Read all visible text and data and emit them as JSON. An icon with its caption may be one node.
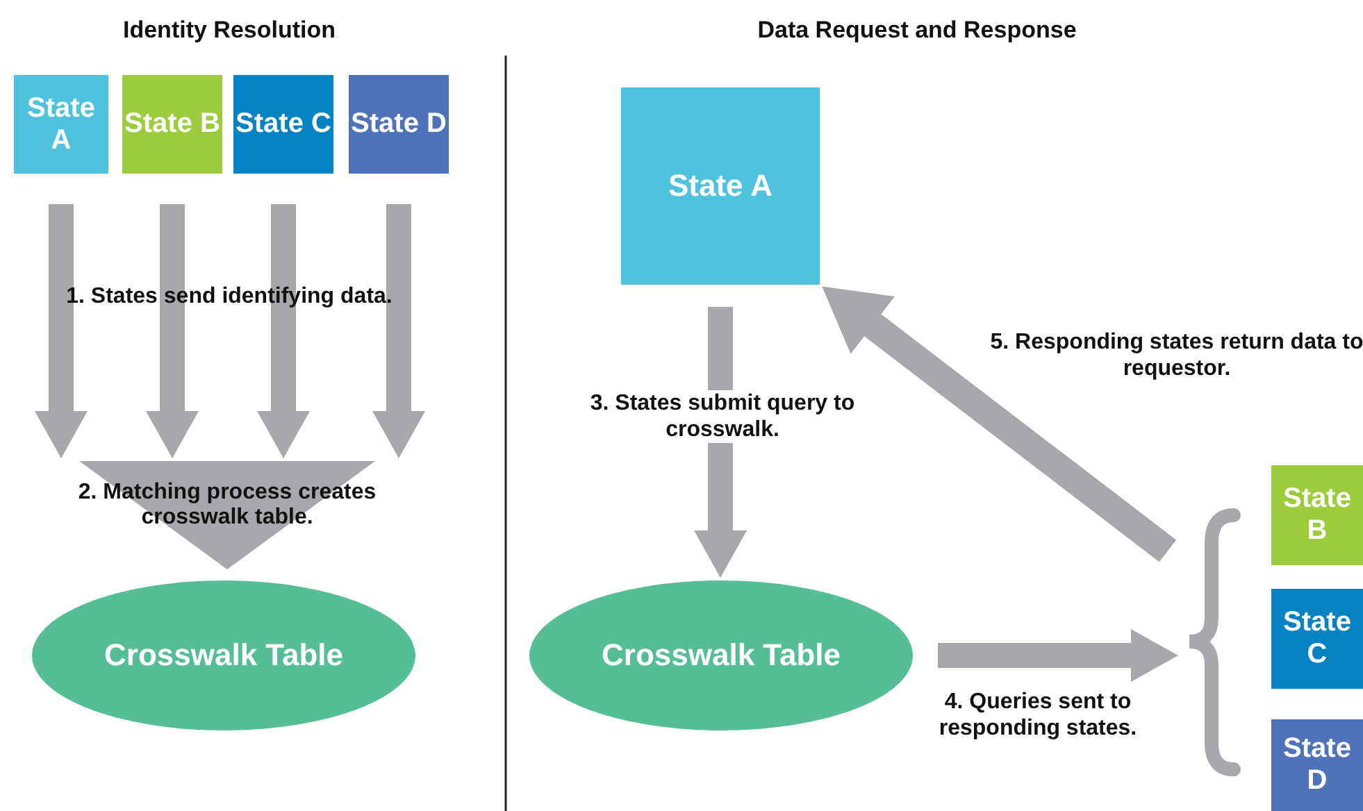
{
  "diagram": {
    "nodes": [
      {
        "text": [
          "State A"
        ]
      },
      {
        "text": [
          "State B"
        ]
      },
      {
        "text": [
          "State C"
        ]
      },
      {
        "text": [
          "State D"
        ]
      },
      {
        "text": [
          "2. Matching process creates crosswalk table."
        ]
      },
      {
        "text": [
          "Crosswalk Table"
        ]
      },
      {
        "text": [
          "State A"
        ]
      },
      {
        "text": [
          "Crosswalk Table"
        ]
      },
      {
        "text": [],
        "shape": "brace"
      },
      {
        "text": [
          "State B"
        ]
      },
      {
        "text": [
          "State C"
        ]
      },
      {
        "text": [
          "State D"
        ]
      }
    ],
    "edges": [
      {
        "from": 0,
        "to": 4,
        "arrow": "to"
      },
      {
        "from": 1,
        "to": 4,
        "arrow": "to"
      },
      {
        "from": 2,
        "to": 4,
        "arrow": "to"
      },
      {
        "from": 3,
        "to": 4,
        "arrow": "to"
      },
      {
        "from": 6,
        "to": 7,
        "arrow": "to",
        "label": "3. States submit query to crosswalk."
      },
      {
        "from": 7,
        "to": 8,
        "arrow": "to",
        "label": "4. Queries sent to responding states."
      },
      {
        "from": 8,
        "to": 6,
        "arrow": "to",
        "label": "5. Responding states return data to requestor."
      }
    ],
    "labels": [
      "Identity Resolution",
      "Data Request and Response",
      "1. States send identifying data."
    ]
  }
}
